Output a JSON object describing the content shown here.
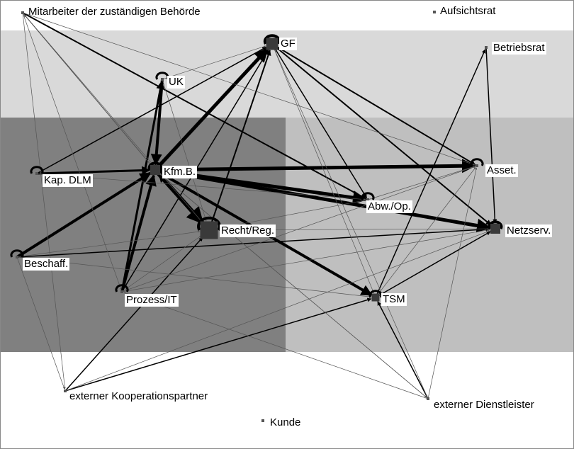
{
  "colors": {
    "band_top": "#d9d9d9",
    "band_left": "#808080",
    "band_right": "#bfbfbf",
    "edge_strong": "#000000",
    "edge_weak": "#555555",
    "node": "#3a3a3a"
  },
  "nodes": [
    {
      "id": "behoerde",
      "label": "Mitarbeiter der zuständigen Behörde",
      "size": 1,
      "loop": false
    },
    {
      "id": "aufsichtsrat",
      "label": "Aufsichtsrat",
      "size": 1,
      "loop": false
    },
    {
      "id": "gf",
      "label": "GF",
      "size": 4,
      "loop": true
    },
    {
      "id": "uk",
      "label": "UK",
      "size": 1,
      "loop": true
    },
    {
      "id": "betriebsrat",
      "label": "Betriebsrat",
      "size": 1,
      "loop": false
    },
    {
      "id": "kapdlm",
      "label": "Kap. DLM",
      "size": 1,
      "loop": true
    },
    {
      "id": "kfmb",
      "label": "Kfm.B.",
      "size": 3,
      "loop": true
    },
    {
      "id": "asset",
      "label": "Asset.",
      "size": 1,
      "loop": true
    },
    {
      "id": "abwop",
      "label": "Abw./Op.",
      "size": 1,
      "loop": true
    },
    {
      "id": "recht",
      "label": "Recht/Reg.",
      "size": 6,
      "loop": true
    },
    {
      "id": "netz",
      "label": "Netzserv.",
      "size": 3,
      "loop": true
    },
    {
      "id": "beschaff",
      "label": "Beschaff.",
      "size": 1,
      "loop": true
    },
    {
      "id": "prozess",
      "label": "Prozess/IT",
      "size": 1,
      "loop": true
    },
    {
      "id": "tsm",
      "label": "TSM",
      "size": 2,
      "loop": true
    },
    {
      "id": "extkoop",
      "label": "externer Kooperationspartner",
      "size": 1,
      "loop": false
    },
    {
      "id": "extdienst",
      "label": "externer Dienstleister",
      "size": 1,
      "loop": false
    },
    {
      "id": "kunde",
      "label": "Kunde",
      "size": 1,
      "loop": false
    }
  ],
  "edges": [
    [
      "kfmb",
      "gf",
      5
    ],
    [
      "kfmb",
      "recht",
      6
    ],
    [
      "kfmb",
      "asset",
      5
    ],
    [
      "kfmb",
      "abwop",
      5
    ],
    [
      "kfmb",
      "netz",
      5
    ],
    [
      "kfmb",
      "tsm",
      4
    ],
    [
      "uk",
      "kfmb",
      4
    ],
    [
      "beschaff",
      "kfmb",
      4
    ],
    [
      "prozess",
      "kfmb",
      4
    ],
    [
      "kapdlm",
      "kfmb",
      3
    ],
    [
      "recht",
      "kfmb",
      3
    ],
    [
      "prozess",
      "uk",
      3
    ],
    [
      "kapdlm",
      "gf",
      1.5
    ],
    [
      "gf",
      "asset",
      2
    ],
    [
      "gf",
      "netz",
      2
    ],
    [
      "recht",
      "gf",
      2
    ],
    [
      "prozess",
      "gf",
      1.5
    ],
    [
      "behoerde",
      "abwop",
      2
    ],
    [
      "betriebsrat",
      "netz",
      1.5
    ],
    [
      "tsm",
      "betriebsrat",
      1.5
    ],
    [
      "beschaff",
      "netz",
      1.5
    ],
    [
      "extkoop",
      "recht",
      1.5
    ],
    [
      "extkoop",
      "tsm",
      1.5
    ],
    [
      "extdienst",
      "tsm",
      1.5
    ],
    [
      "tsm",
      "netz",
      1.5
    ],
    [
      "gf",
      "abwop",
      1.5
    ],
    [
      "kfmb",
      "behoerde",
      1
    ],
    [
      "behoerde",
      "kfmb",
      0.7
    ],
    [
      "behoerde",
      "recht",
      0.7
    ],
    [
      "behoerde",
      "extkoop",
      0.7
    ],
    [
      "behoerde",
      "asset",
      0.7
    ],
    [
      "behoerde",
      "prozess",
      0.7
    ],
    [
      "uk",
      "gf",
      0.7
    ],
    [
      "uk",
      "recht",
      0.7
    ],
    [
      "gf",
      "tsm",
      0.7
    ],
    [
      "gf",
      "extdienst",
      0.7
    ],
    [
      "beschaff",
      "recht",
      0.7
    ],
    [
      "beschaff",
      "tsm",
      0.7
    ],
    [
      "prozess",
      "asset",
      0.7
    ],
    [
      "prozess",
      "recht",
      0.7
    ],
    [
      "extkoop",
      "netz",
      0.7
    ],
    [
      "extdienst",
      "asset",
      0.7
    ],
    [
      "extdienst",
      "kfmb",
      0.7
    ],
    [
      "extdienst",
      "prozess",
      0.7
    ],
    [
      "kapdlm",
      "abwop",
      0.7
    ],
    [
      "abwop",
      "asset",
      0.7
    ],
    [
      "recht",
      "netz",
      0.7
    ],
    [
      "tsm",
      "asset",
      0.7
    ],
    [
      "prozess",
      "netz",
      0.7
    ],
    [
      "kfmb",
      "extdienst",
      0.7
    ],
    [
      "abwop",
      "recht",
      0.7
    ],
    [
      "beschaff",
      "extkoop",
      0.7
    ]
  ]
}
